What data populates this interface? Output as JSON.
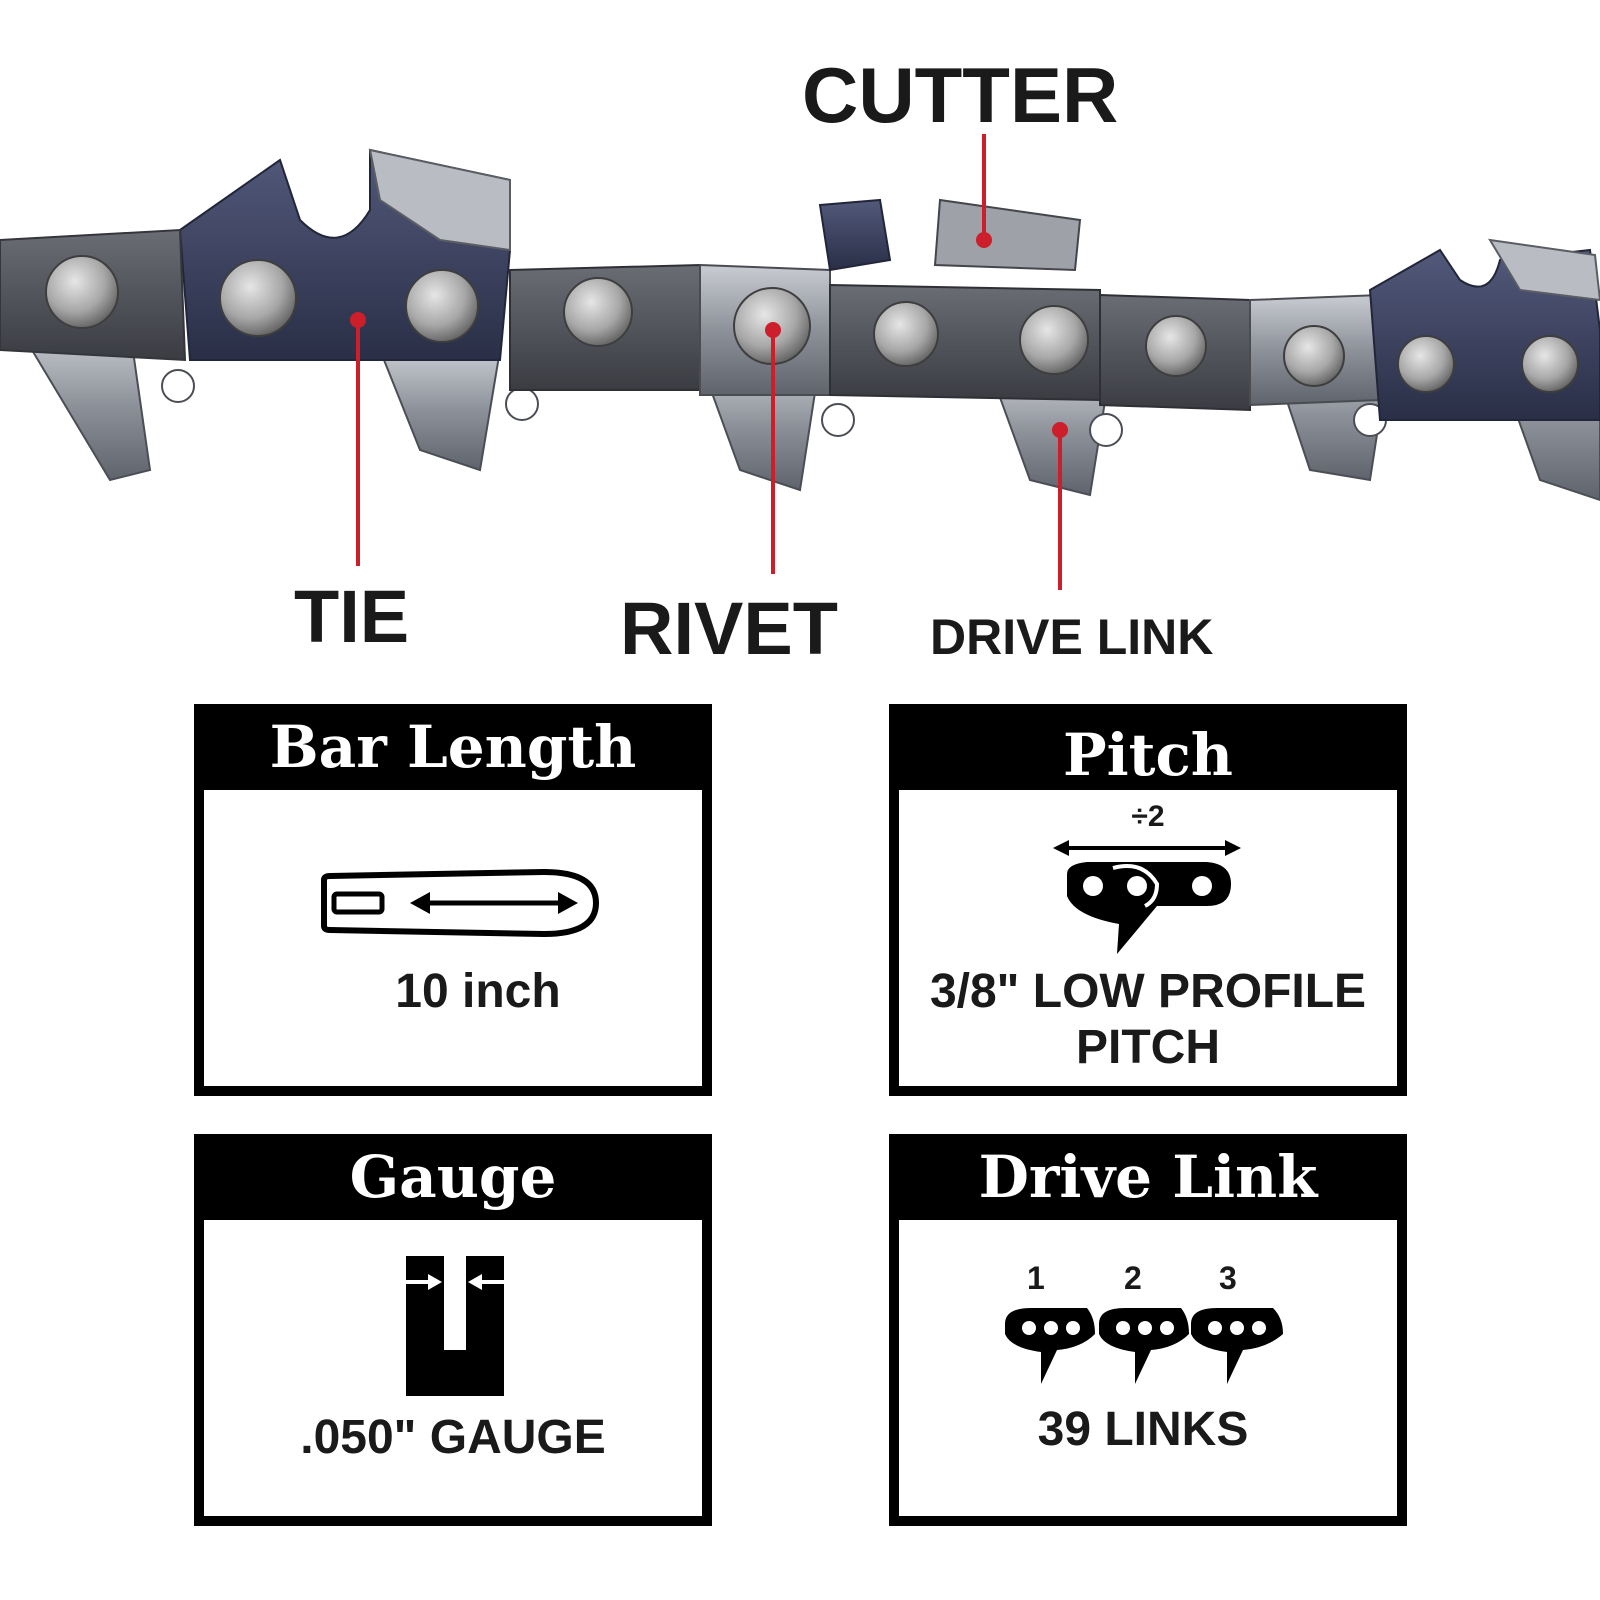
{
  "labels": {
    "cutter": "CUTTER",
    "tie": "TIE",
    "rivet": "RIVET",
    "drive_link": "DRIVE LINK"
  },
  "specs": {
    "bar_length": {
      "title": "Bar Length",
      "value": "10 inch",
      "icon": "guide-bar-icon"
    },
    "pitch": {
      "title": "Pitch",
      "divisor": "÷2",
      "value_line1": "3/8\" LOW PROFILE",
      "value_line2": "PITCH",
      "icon": "pitch-chain-icon"
    },
    "gauge": {
      "title": "Gauge",
      "value": ".050\" GAUGE",
      "icon": "gauge-groove-icon"
    },
    "drive_link": {
      "title": "Drive Link",
      "counts": [
        "1",
        "2",
        "3"
      ],
      "value": "39 LINKS",
      "icon": "drive-links-icon"
    }
  },
  "colors": {
    "callout": "#cc1e2b",
    "card": "#000000"
  }
}
